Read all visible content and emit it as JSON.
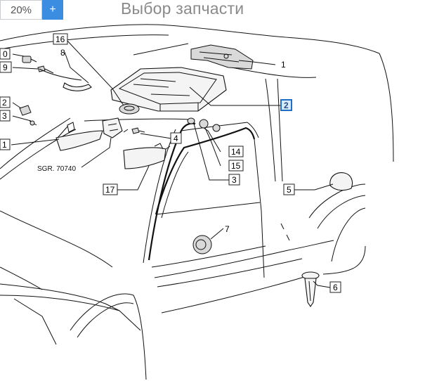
{
  "toolbar": {
    "zoom_value": "20%",
    "zoom_in_label": "+"
  },
  "page_title": "Выбор запчасти",
  "diagram": {
    "reference_code": "SGR. 70740",
    "selected_callout": "2",
    "callouts": [
      "0",
      "9",
      "16",
      "8",
      "1",
      "2",
      "2",
      "3",
      "1",
      "4",
      "14",
      "15",
      "3",
      "17",
      "5",
      "7",
      "6"
    ]
  }
}
